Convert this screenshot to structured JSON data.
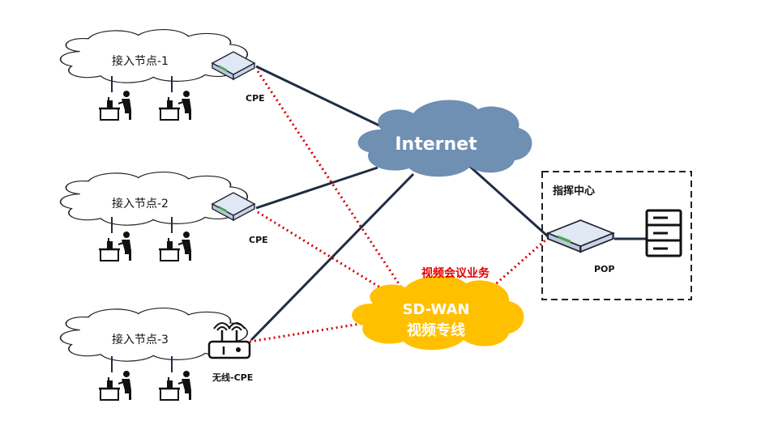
{
  "nodes": {
    "site1": {
      "label": "接入节点-1",
      "device_label": "CPE"
    },
    "site2": {
      "label": "接入节点-2",
      "device_label": "CPE"
    },
    "site3": {
      "label": "接入节点-3",
      "device_label": "无线-CPE"
    }
  },
  "clouds": {
    "internet": {
      "label": "Internet",
      "color": "#6f8fb3"
    },
    "sdwan": {
      "line1": "SD-WAN",
      "line2": "视频专线",
      "color": "#ffc000"
    }
  },
  "command_center": {
    "title": "指挥中心",
    "device_label": "POP"
  },
  "service_label": "视频会议业务",
  "colors": {
    "solid_link": "#1f2d44",
    "dotted_link": "#d40000",
    "service_text": "#e00000"
  },
  "icons": [
    "cloud-outline-icon",
    "router-icon",
    "wireless-router-icon",
    "workstation-user-icon",
    "server-icon"
  ]
}
